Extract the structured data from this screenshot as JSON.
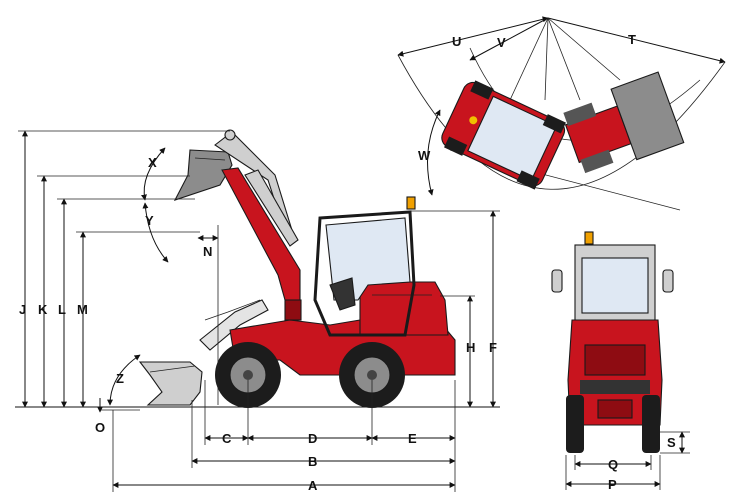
{
  "diagram": {
    "labels": {
      "A": "A",
      "B": "B",
      "C": "C",
      "D": "D",
      "E": "E",
      "F": "F",
      "H": "H",
      "J": "J",
      "K": "K",
      "L": "L",
      "M": "M",
      "N": "N",
      "O": "O",
      "P": "P",
      "Q": "Q",
      "S": "S",
      "T": "T",
      "U": "U",
      "V": "V",
      "W": "W",
      "X": "X",
      "Y": "Y",
      "Z": "Z"
    },
    "colors": {
      "body": "#c8141e",
      "dark_red": "#8e0c12",
      "tire": "#1c1c1c",
      "rim": "#8c8c8c",
      "glass": "#dfe8f3",
      "beacon": "#f0a000"
    }
  }
}
